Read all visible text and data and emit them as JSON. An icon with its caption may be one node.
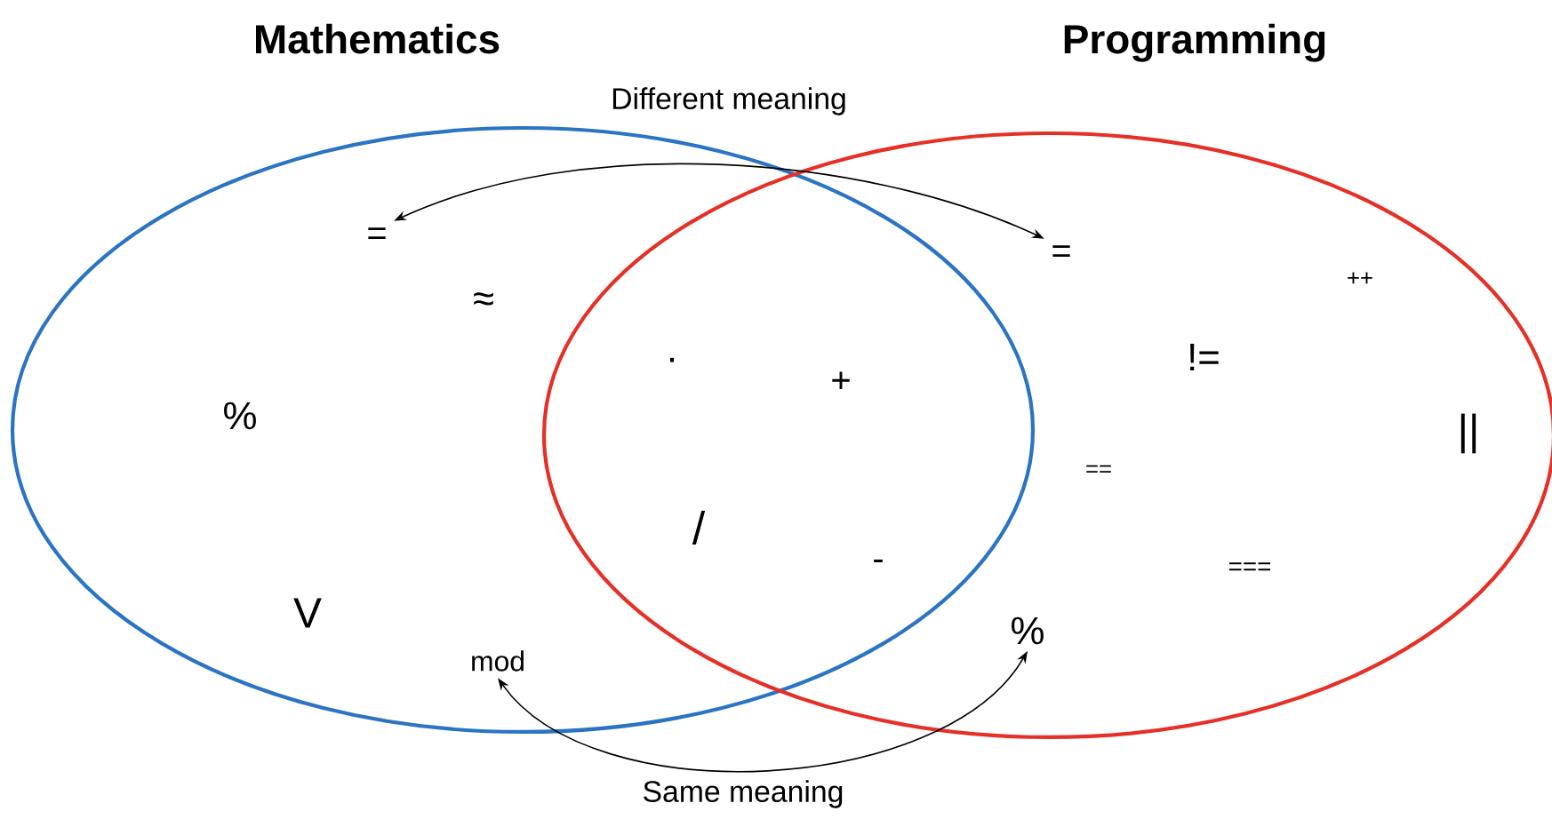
{
  "diagram": {
    "nodes": [
      {
        "text": [
          "Mathematics"
        ]
      },
      {
        "text": [
          "Programming"
        ]
      },
      {
        "text": [
          "="
        ],
        "in": 0
      },
      {
        "text": [
          "="
        ],
        "in": 1
      },
      {
        "text": [
          "mod"
        ],
        "in": 0
      },
      {
        "text": [
          "%"
        ],
        "in": 1
      }
    ],
    "edges": [
      {
        "from": 2,
        "to": 3,
        "arrow": "both",
        "label": "Different meaning"
      },
      {
        "from": 4,
        "to": 5,
        "arrow": "both",
        "label": "Same meaning"
      }
    ],
    "labels": [
      "≈",
      "%",
      "·",
      "+",
      "++",
      "!=",
      "||",
      "==",
      "/",
      "-",
      "===",
      "V"
    ]
  }
}
